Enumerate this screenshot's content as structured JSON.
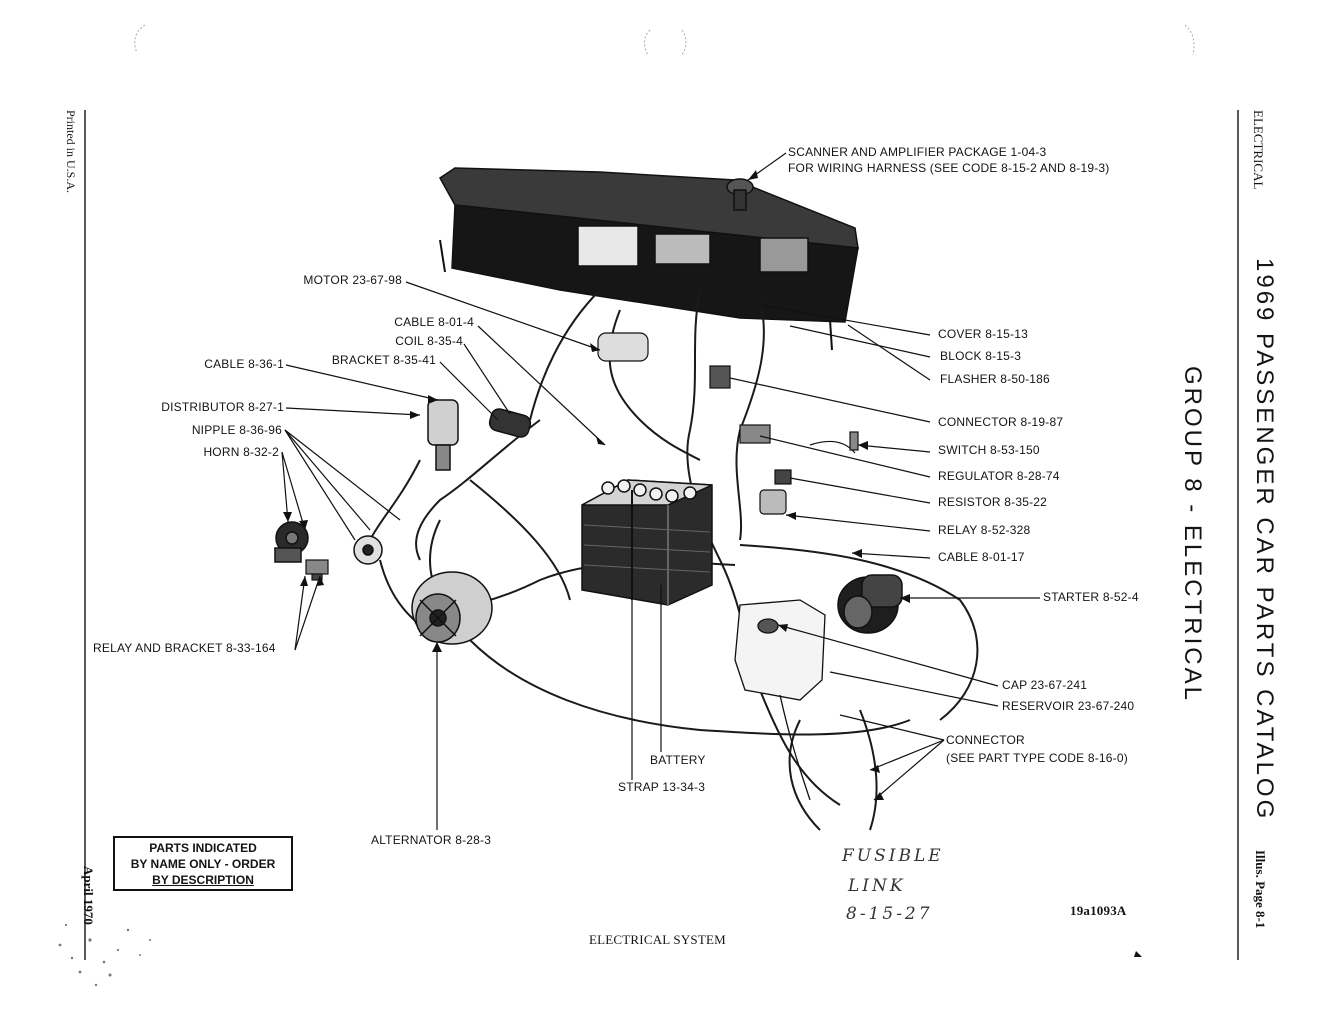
{
  "header": {
    "section": "ELECTRICAL",
    "catalog_title": "1969 PASSENGER CAR PARTS CATALOG",
    "group_title": "GROUP 8 - ELECTRICAL",
    "page_ref": "Illus. Page 8-1"
  },
  "margin": {
    "printed": "Printed in U.S.A.",
    "date": "April 1970"
  },
  "diagram": {
    "top_note": [
      "SCANNER AND AMPLIFIER PACKAGE 1-04-3",
      "FOR WIRING HARNESS (SEE CODE 8-15-2 AND 8-19-3)"
    ],
    "left_labels": {
      "motor": "MOTOR 23-67-98",
      "cable1": "CABLE 8-01-4",
      "coil": "COIL 8-35-4",
      "bracket": "BRACKET 8-35-41",
      "cable2": "CABLE 8-36-1",
      "distributor": "DISTRIBUTOR 8-27-1",
      "nipple": "NIPPLE 8-36-96",
      "horn": "HORN 8-32-2",
      "relay_bracket": "RELAY AND BRACKET  8-33-164",
      "alternator": "ALTERNATOR 8-28-3",
      "battery": "BATTERY",
      "strap": "STRAP 13-34-3"
    },
    "right_labels": {
      "cover": "COVER 8-15-13",
      "block": "BLOCK 8-15-3",
      "flasher": "FLASHER 8-50-186",
      "connector1": "CONNECTOR 8-19-87",
      "switch": "SWITCH 8-53-150",
      "regulator": "REGULATOR 8-28-74",
      "resistor": "RESISTOR 8-35-22",
      "relay": "RELAY 8-52-328",
      "cable3": "CABLE 8-01-17",
      "starter": "STARTER 8-52-4",
      "cap": "CAP 23-67-241",
      "reservoir": "RESERVOIR 23-67-240",
      "connector2": "CONNECTOR",
      "connector2_note": "(SEE PART TYPE CODE 8-16-0)"
    },
    "parts_box": [
      "PARTS INDICATED",
      "BY NAME ONLY - ORDER",
      "BY DESCRIPTION"
    ],
    "handwritten": [
      "FUSIBLE",
      "LINK",
      "8-15-27"
    ],
    "figure_code": "19a1093A",
    "caption": "ELECTRICAL SYSTEM"
  },
  "colors": {
    "ink": "#141414",
    "paper": "#ffffff"
  }
}
